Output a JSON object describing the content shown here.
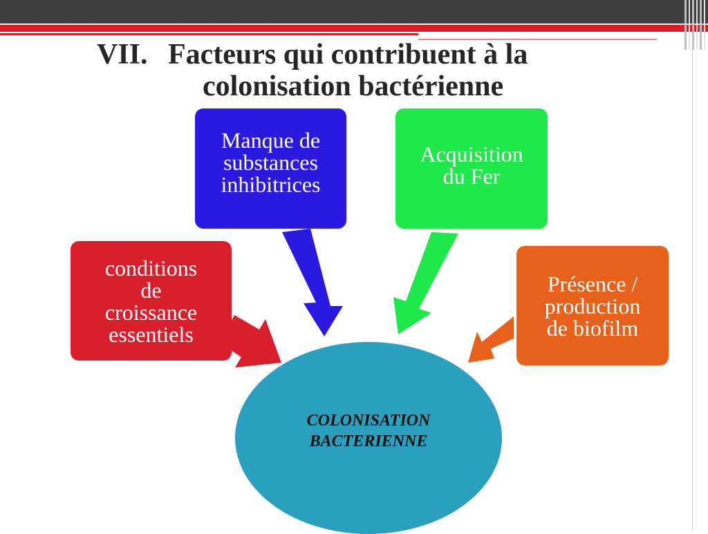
{
  "title": {
    "number": "VII.",
    "line1": "Facteurs qui contribuent à la",
    "line2": "colonisation bactérienne"
  },
  "factors": {
    "conditions": {
      "lines": [
        "conditions",
        "de",
        "croissance",
        "essentiels"
      ],
      "color": "#da1f2c"
    },
    "inhibitrices": {
      "lines": [
        "Manque de",
        "substances",
        "inhibitrices"
      ],
      "color": "#2a1ae0"
    },
    "fer": {
      "lines": [
        "Acquisition",
        "du Fer"
      ],
      "color": "#1fe84a"
    },
    "biofilm": {
      "lines": [
        "Présence /",
        "production",
        "de biofilm"
      ],
      "color": "#e8611b"
    }
  },
  "center": {
    "lines": [
      "COLONISATION",
      "BACTERIENNE"
    ],
    "color": "#2a9fbe"
  },
  "theme": {
    "header_dark": "#3f3f3f",
    "header_red": "#d81e24"
  }
}
